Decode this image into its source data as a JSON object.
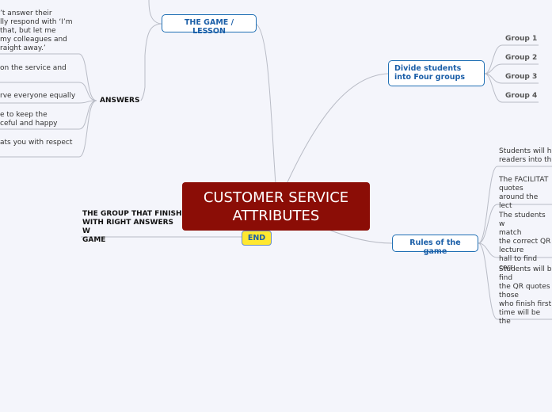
{
  "central": {
    "line1": "CUSTOMER SERVICE",
    "line2": "ATTRIBUTES"
  },
  "end": {
    "label": "END",
    "note": "THE GROUP THAT FINISH\nWITH RIGHT ANSWERS W\nGAME"
  },
  "game_lesson": {
    "label": "THE GAME / LESSON"
  },
  "answers": {
    "label": "ANSWERS",
    "items": [
      "’t answer their\nlly respond with ‘I’m\n that, but let me\n my colleagues and\nraight away.’",
      "on the service and",
      "rve everyone equally",
      "e to keep the\nceful and happy",
      "ats you with respect"
    ]
  },
  "divide": {
    "label": "Divide students into Four groups",
    "groups": [
      "Group 1",
      "Group 2",
      "Group 3",
      "Group 4"
    ]
  },
  "rules": {
    "label": "Rules of the game",
    "items": [
      "Students will h\nreaders into th",
      "The FACILITAT\nquotes\naround the lect",
      "The students w\nmatch\nthe correct QR\nlecture\nhall to find corr",
      "Students will b\nfind\nthe QR quotes\nthose\nwho finish first\ntime will be the"
    ]
  }
}
